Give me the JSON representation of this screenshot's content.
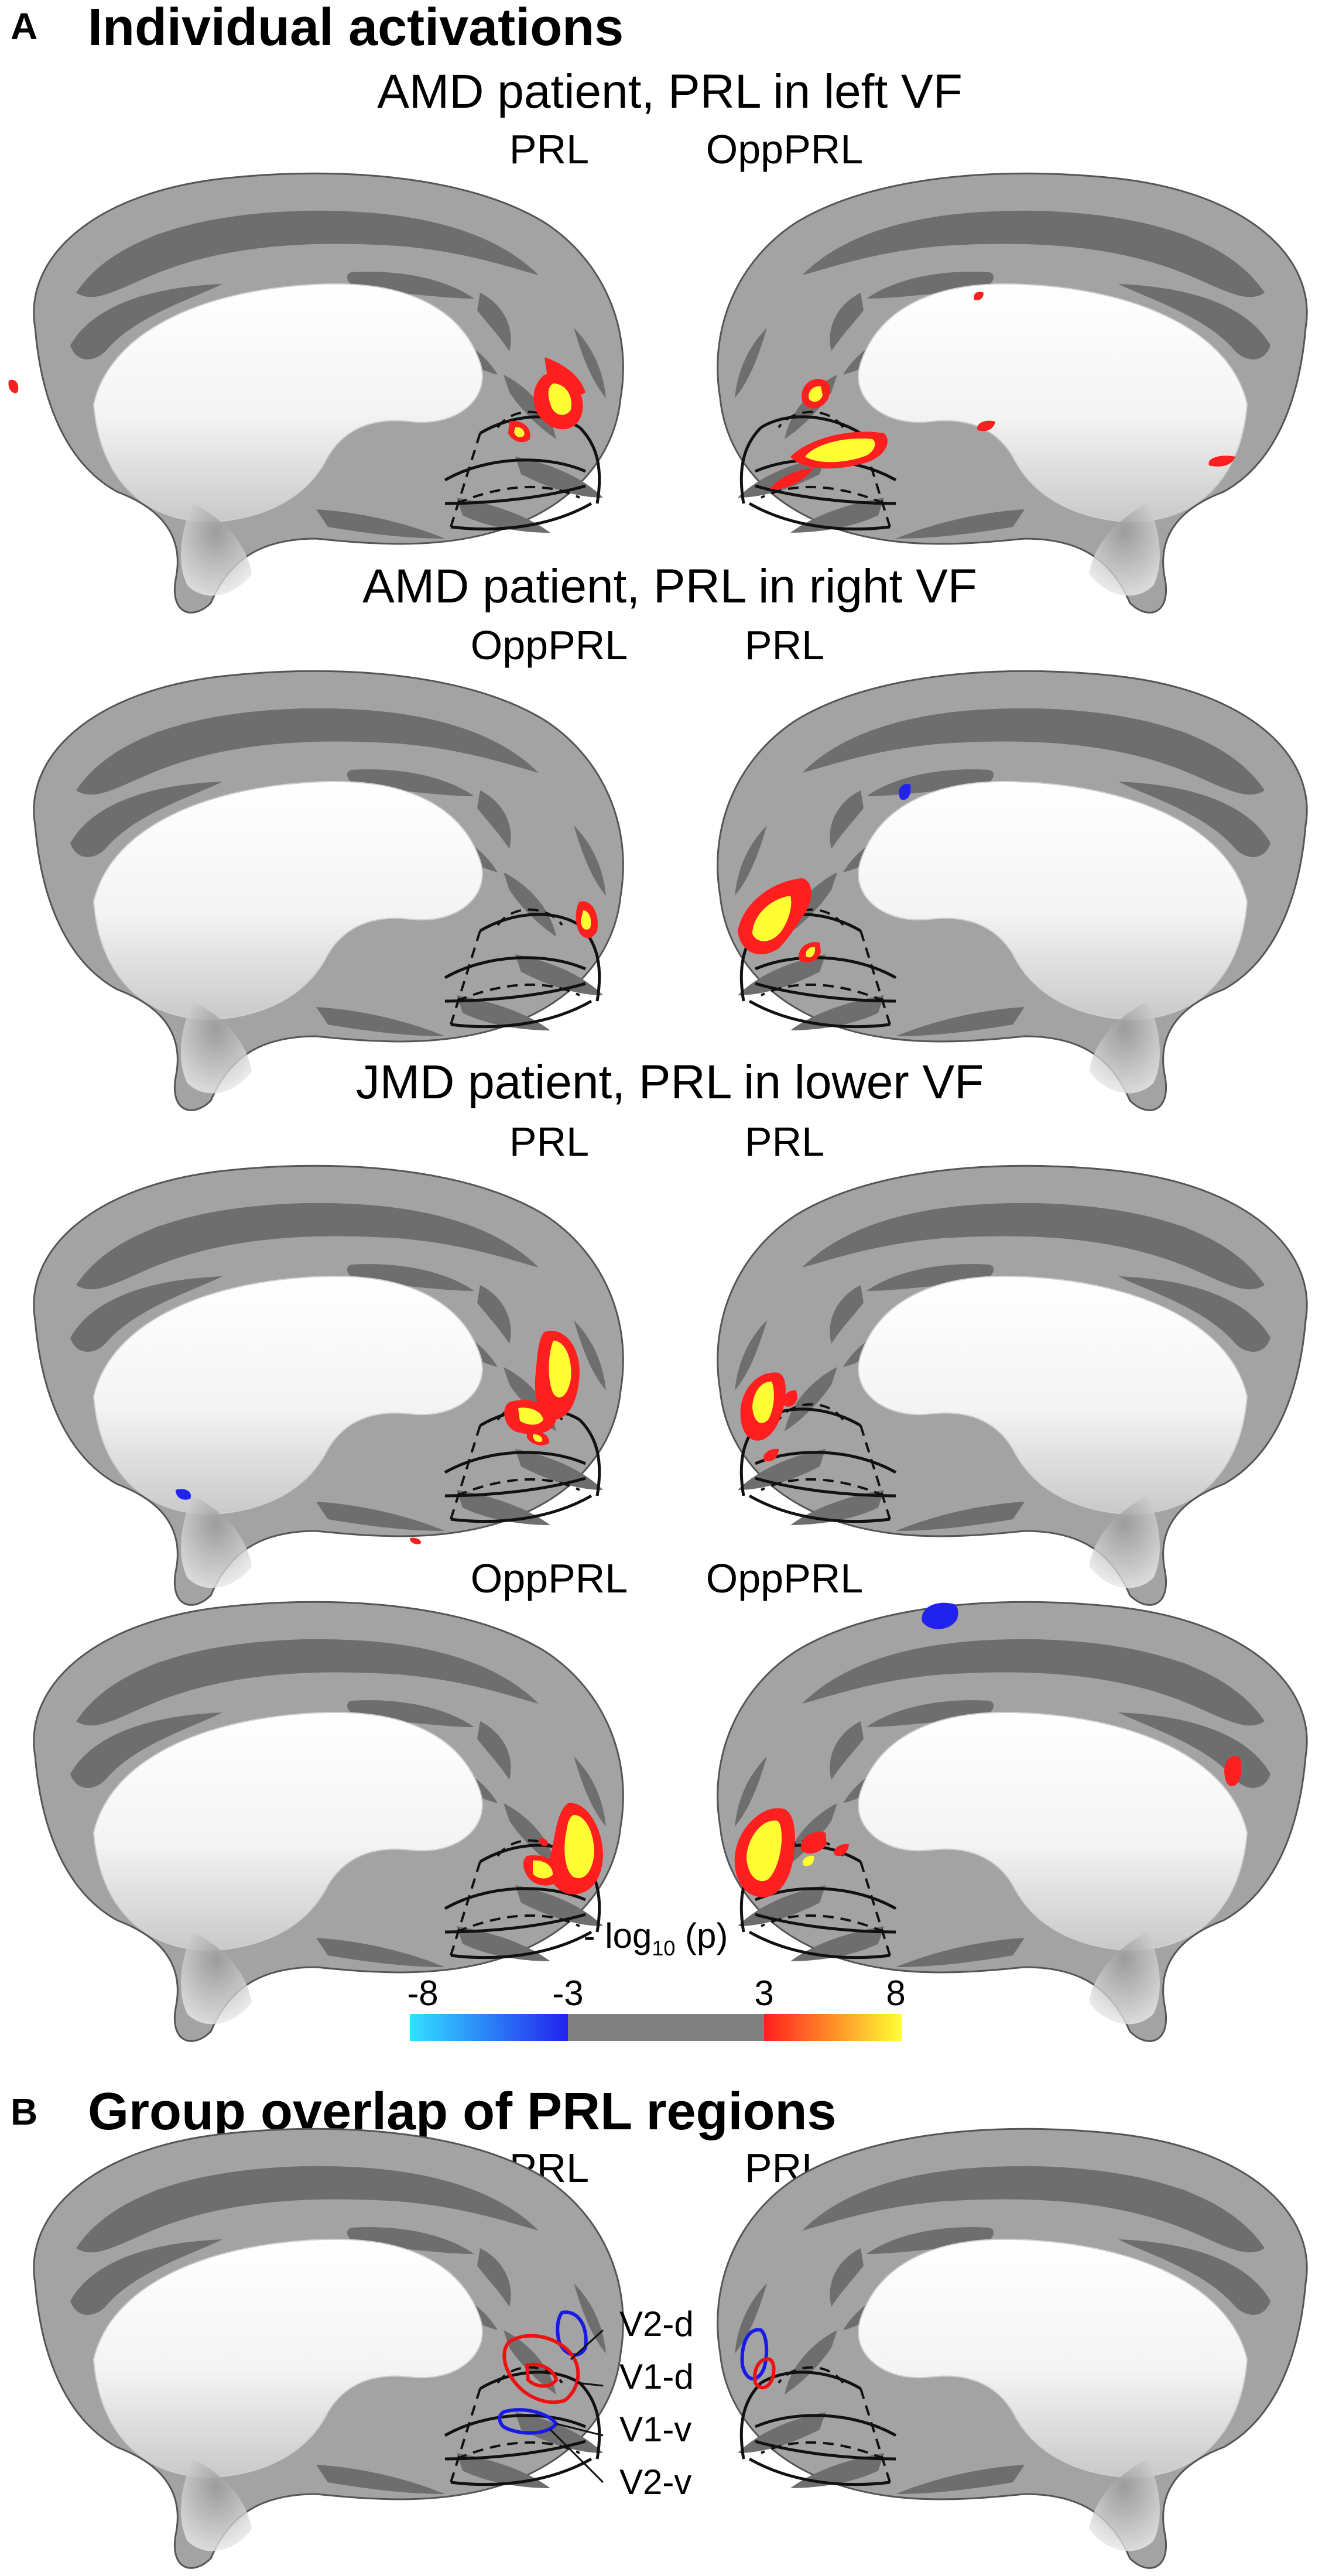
{
  "panel_a": {
    "letter": "A",
    "title": "Individual activations",
    "rows": [
      {
        "title": "AMD patient, PRL in left VF",
        "left_label": "PRL",
        "right_label": "OppPRL"
      },
      {
        "title": "AMD patient, PRL in right VF",
        "left_label": "OppPRL",
        "right_label": "PRL"
      },
      {
        "title": "JMD patient, PRL in lower VF",
        "left_label": "PRL",
        "right_label": "PRL"
      },
      {
        "title": "",
        "left_label": "OppPRL",
        "right_label": "OppPRL"
      }
    ]
  },
  "colorbar": {
    "title_main": "- log",
    "title_sub": "10",
    "title_tail": " (p)",
    "ticks": [
      "-8",
      "-3",
      "3",
      "8"
    ],
    "colors": {
      "cyan": "#33e0ff",
      "blue": "#2222ee",
      "gray": "#808080",
      "red": "#ff1f1f",
      "yellow": "#ffff33"
    }
  },
  "panel_b": {
    "letter": "B",
    "title": "Group overlap of PRL regions",
    "left_label": "PRL",
    "right_label": "PRL",
    "roi_labels": {
      "v2d": "V2-d",
      "v1d": "V1-d",
      "v1v": "V1-v",
      "v2v": "V2-v"
    }
  },
  "colors": {
    "cortex_light": "#a3a3a3",
    "cortex_dark": "#6e6e6e",
    "activation_red": "#ff1f1f",
    "activation_yellow": "#ffff33",
    "deactivation_blue": "#2222ee",
    "overlap_red_outline": "#ee1111",
    "overlap_blue_outline": "#1a1ae6"
  }
}
